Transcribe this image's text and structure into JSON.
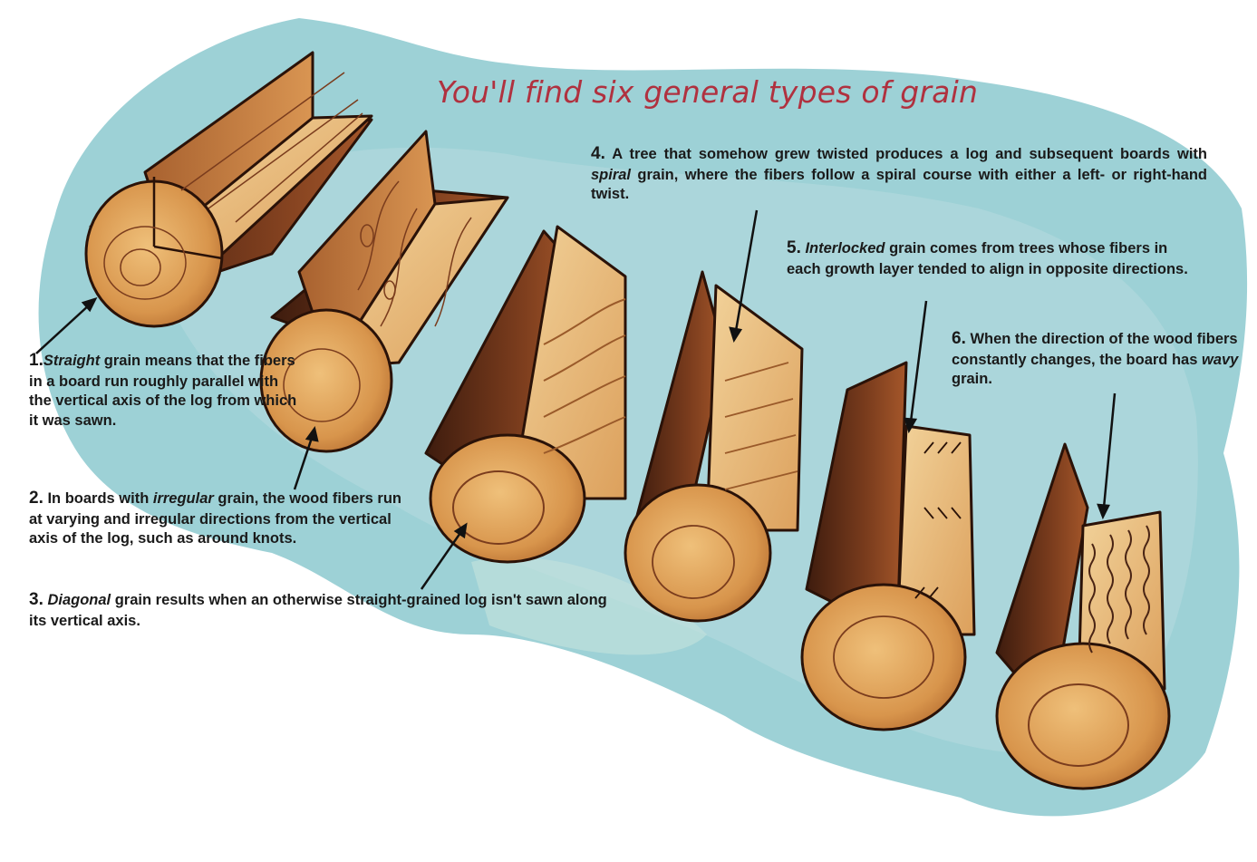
{
  "title": "You'll find six general types of grain",
  "captions": [
    {
      "num": "1.",
      "pre": "",
      "em": "Straight",
      "post": " grain means that the fibers in a board run roughly parallel with the vertical axis of the log from which it was sawn."
    },
    {
      "num": "2.",
      "pre": " In boards with ",
      "em": "irregular",
      "post": " grain, the wood fibers run at varying and irregular directions from the vertical axis of the log, such as around knots."
    },
    {
      "num": "3.",
      "pre": " ",
      "em": "Diagonal",
      "post": " grain results when an otherwise straight-grained log isn't sawn along its vertical axis."
    },
    {
      "num": "4.",
      "pre": " A tree that somehow grew twisted produces a log and subsequent boards with ",
      "em": "spiral",
      "post": " grain, where the fibers follow a spiral course with either a left- or right-hand twist."
    },
    {
      "num": "5.",
      "pre": " ",
      "em": "Interlocked",
      "post": " grain comes from trees whose fibers in each growth layer tended to align in opposite directions."
    },
    {
      "num": "6.",
      "pre": " When the direction of the wood fibers constantly changes, the board has ",
      "em": "wavy",
      "post": " grain."
    }
  ],
  "colors": {
    "title": "#b0313f",
    "wash": "#8cc9cf",
    "wood_light": "#e9b56c",
    "wood_mid": "#c8803f",
    "wood_dark": "#7a3c1d",
    "bark": "#4a2414",
    "outline": "#2a1208"
  }
}
